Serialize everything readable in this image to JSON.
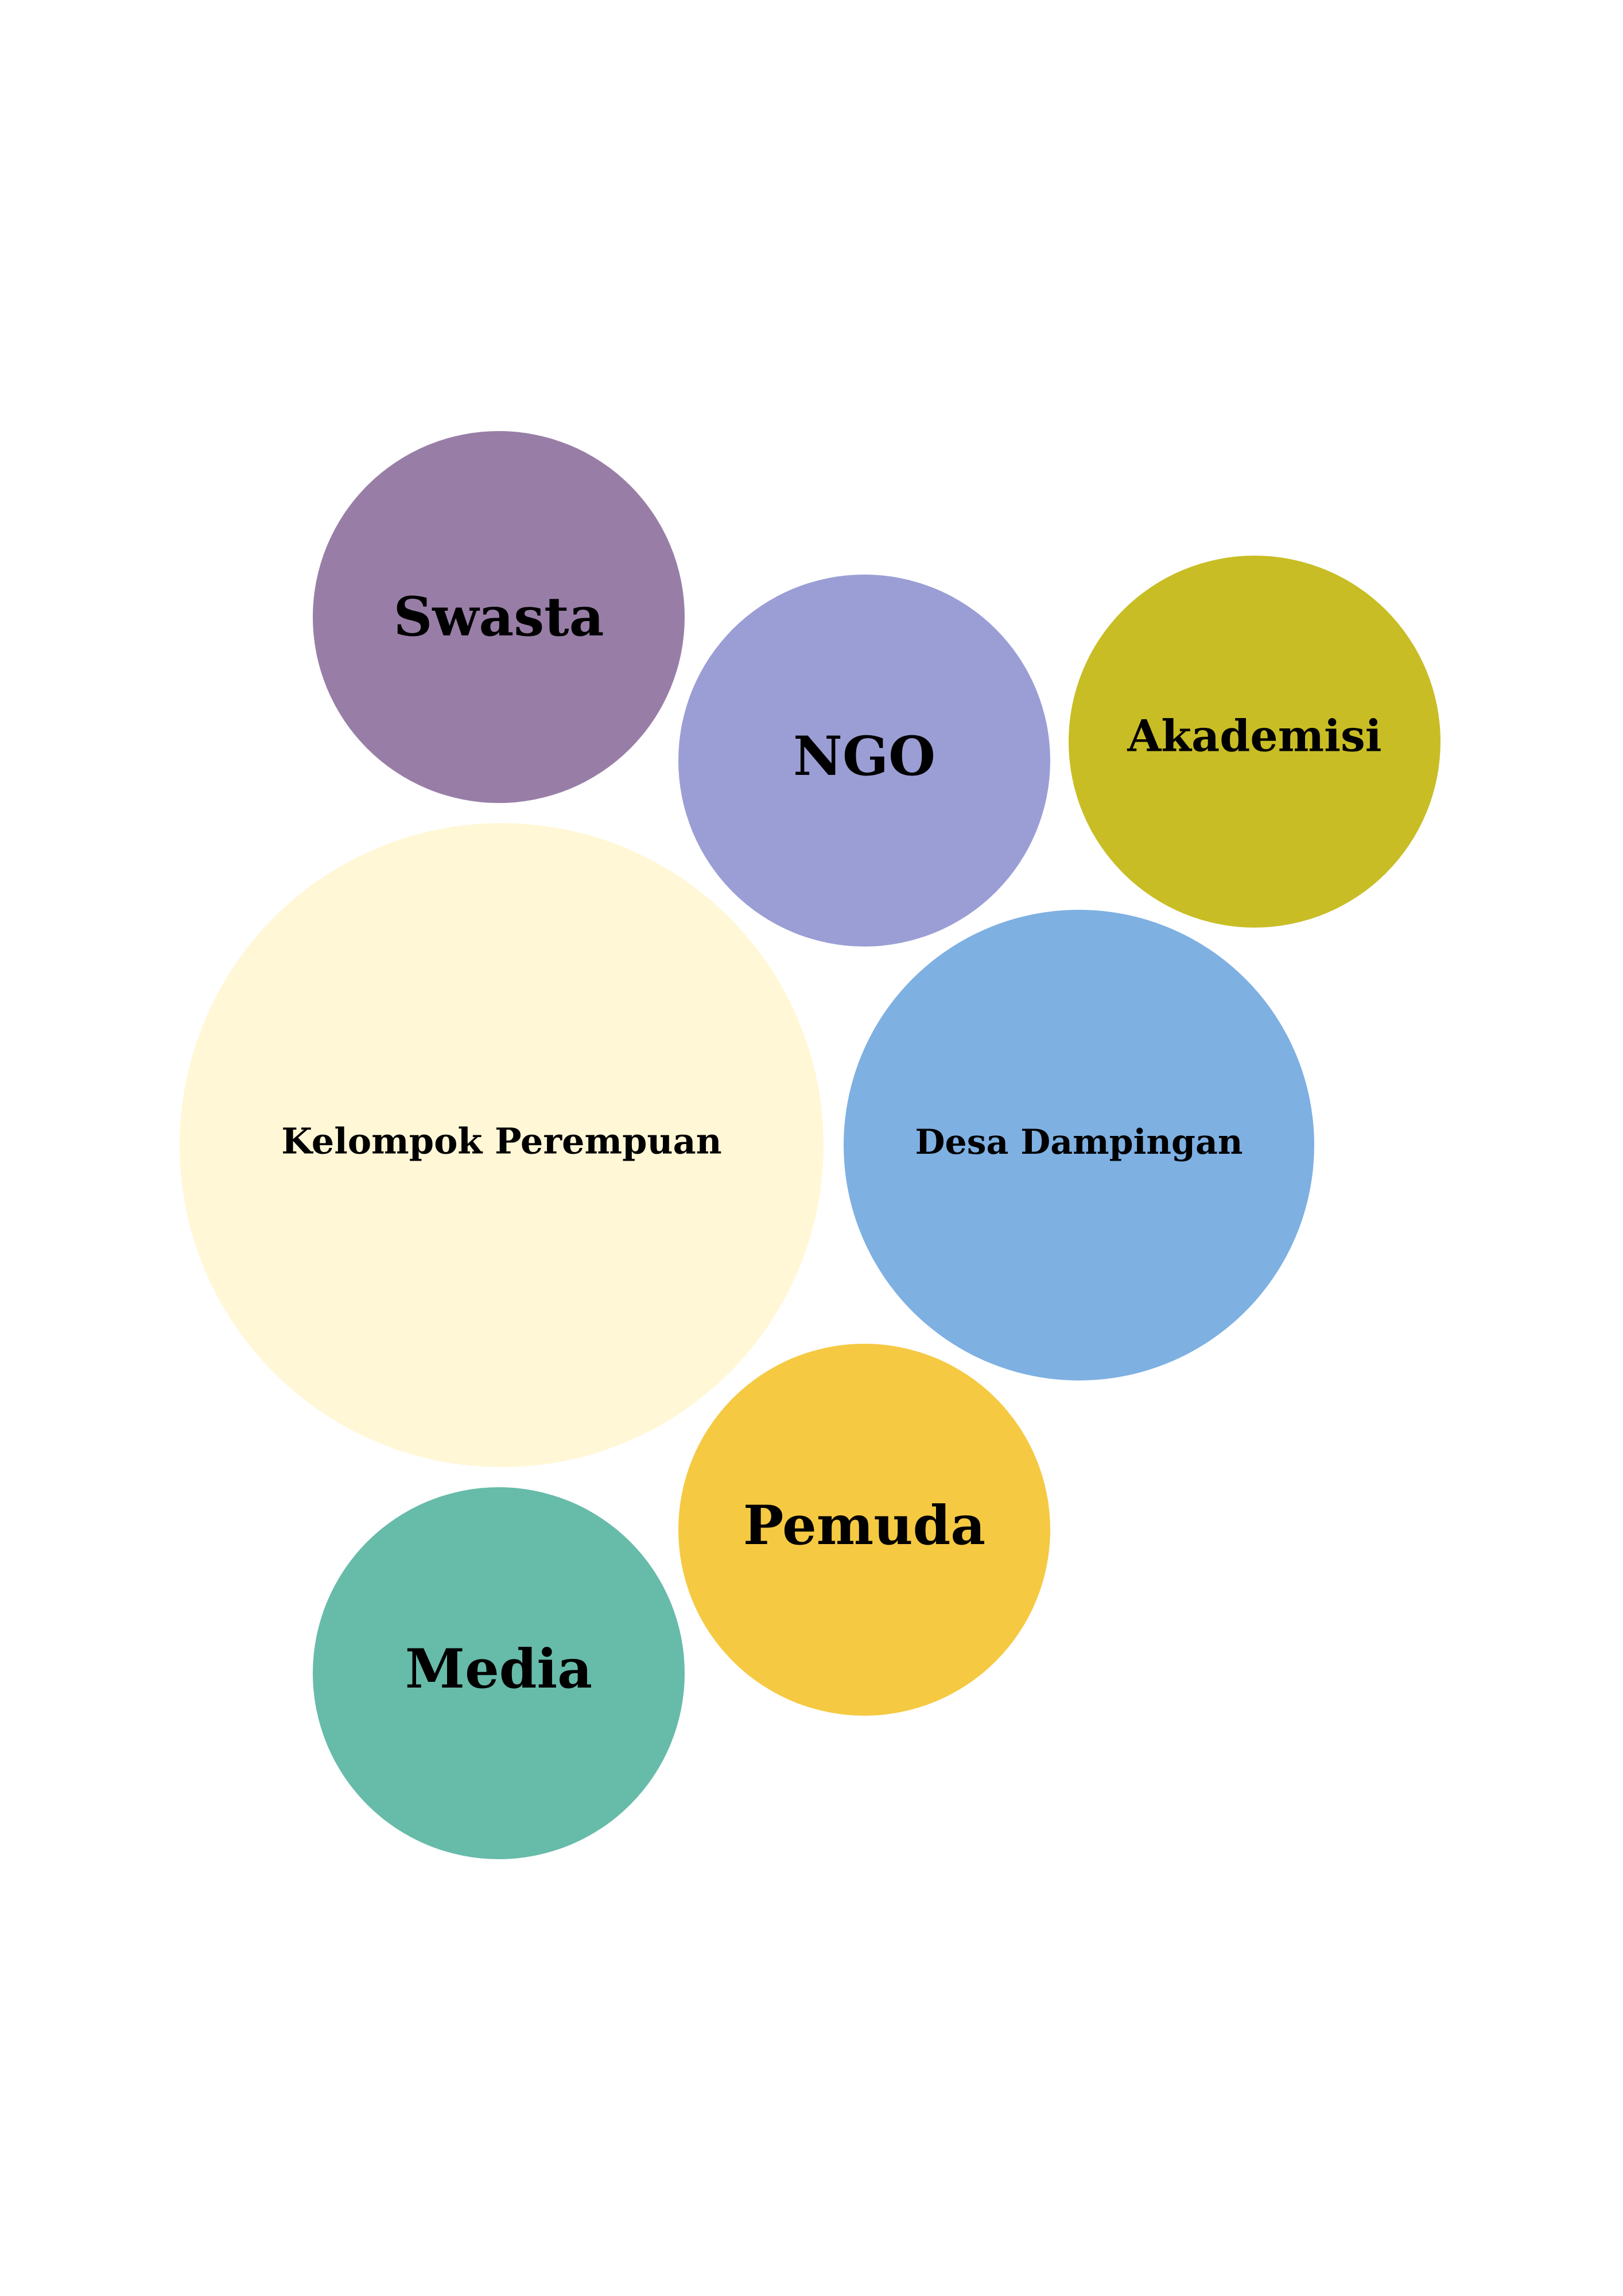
{
  "diagram": {
    "type": "bubble-cluster",
    "bubbles": [
      {
        "id": "swasta",
        "label": "Swasta",
        "color": "#987EA7"
      },
      {
        "id": "ngo",
        "label": "NGO",
        "color": "#9B9ED5"
      },
      {
        "id": "akademisi",
        "label": "Akademisi",
        "color": "#C8BD25"
      },
      {
        "id": "kelompok-perempuan",
        "label": "Kelompok Perempuan",
        "color": "#FFF7D6"
      },
      {
        "id": "desa-dampingan",
        "label": "Desa Dampingan",
        "color": "#7EB0E2"
      },
      {
        "id": "pemuda",
        "label": "Pemuda",
        "color": "#F5C942"
      },
      {
        "id": "media",
        "label": "Media",
        "color": "#67BBA9"
      }
    ]
  }
}
